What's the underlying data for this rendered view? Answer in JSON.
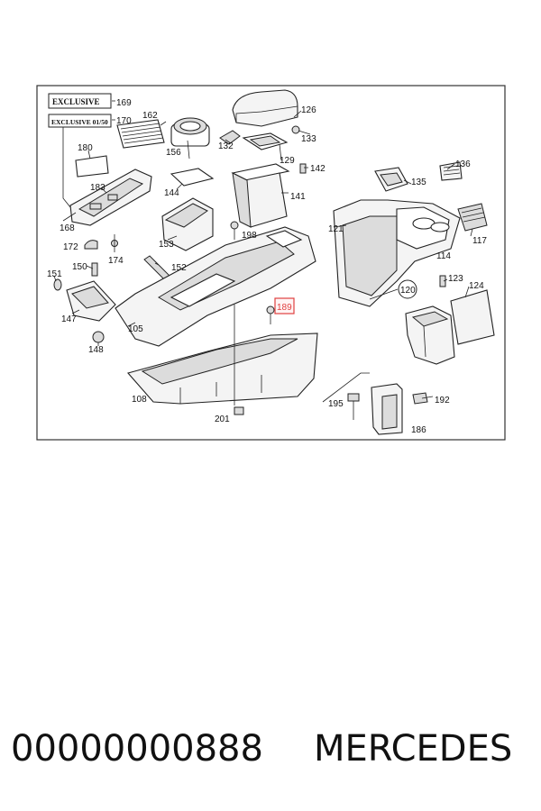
{
  "diagram": {
    "badges": [
      {
        "id": "badge-exclusive",
        "text": "EXCLUSIVE"
      },
      {
        "id": "badge-exclusive-0150",
        "text": "EXCLUSIVE 01/50"
      }
    ],
    "callouts": [
      "169",
      "170",
      "162",
      "126",
      "156",
      "132",
      "133",
      "129",
      "142",
      "180",
      "183",
      "144",
      "141",
      "135",
      "136",
      "168",
      "153",
      "198",
      "121",
      "117",
      "172",
      "174",
      "114",
      "150",
      "152",
      "151",
      "123",
      "124",
      "120",
      "189",
      "147",
      "105",
      "148",
      "108",
      "195",
      "192",
      "201",
      "186"
    ],
    "highlighted_callout": "189",
    "circled_callout": "120"
  },
  "footer": {
    "part_number": "00000000888",
    "brand": "MERCEDES"
  },
  "colors": {
    "highlight": "#e04040",
    "line": "#222222"
  }
}
